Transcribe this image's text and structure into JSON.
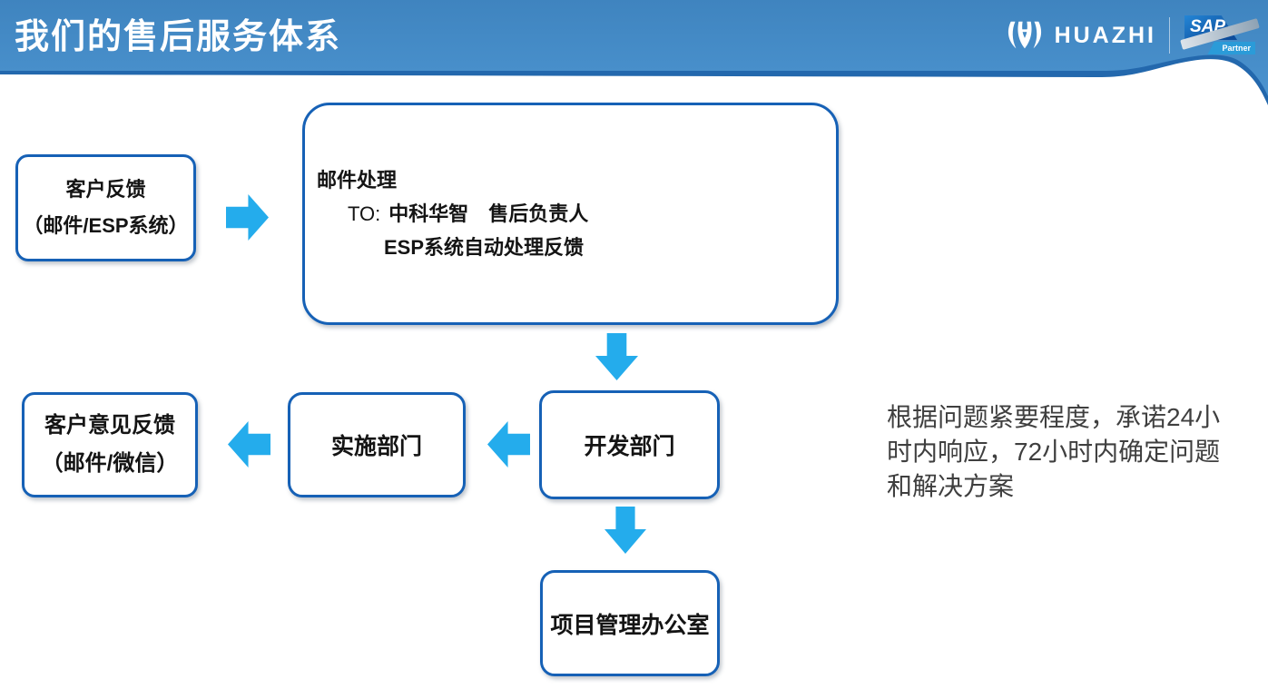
{
  "header": {
    "title": "我们的售后服务体系",
    "brand": {
      "name": "HUAZHI",
      "sap": "SAP",
      "partner": "Partner"
    },
    "colors": {
      "band_top": "#3f84bf",
      "band_bottom": "#4b93cf",
      "band_accent": "#2368ad"
    }
  },
  "flow": {
    "customer_feedback": {
      "line1": "客户反馈",
      "line2": "（邮件/ESP系统）"
    },
    "mail_processing": {
      "title": "邮件处理",
      "to_prefix": "TO:",
      "to_value": "中科华智　售后负责人",
      "line3": "ESP系统自动处理反馈"
    },
    "development": "开发部门",
    "implementation": "实施部门",
    "customer_opinion": {
      "line1": "客户意见反馈",
      "line2": "（邮件/微信）"
    },
    "pmo": "项目管理办公室"
  },
  "note": {
    "lines": [
      "根据问题紧要程度，承诺24小",
      "时内响应，72小时内确定问题",
      "和解决方案"
    ]
  },
  "colors": {
    "box_border": "#1661b6",
    "arrow": "#24acec",
    "note_text": "#3f3f3f"
  }
}
